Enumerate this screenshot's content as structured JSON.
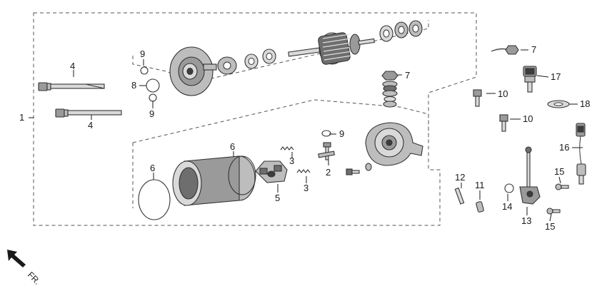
{
  "callouts": {
    "c1": "1",
    "c2": "2",
    "c3a": "3",
    "c3b": "3",
    "c4a": "4",
    "c4b": "4",
    "c5": "5",
    "c6a": "6",
    "c6b": "6",
    "c7a": "7",
    "c7b": "7",
    "c8": "8",
    "c9a": "9",
    "c9b": "9",
    "c9c": "9",
    "c10a": "10",
    "c10b": "10",
    "c11": "11",
    "c12": "12",
    "c13": "13",
    "c14": "14",
    "c15a": "15",
    "c15b": "15",
    "c16": "16",
    "c17": "17",
    "c18": "18"
  },
  "direction": {
    "label": "FR."
  },
  "colors": {
    "line": "#1a1a1a",
    "dashed": "#555555",
    "part_light": "#d9d9d9",
    "part_dark": "#3d3d3d"
  },
  "icons": {
    "direction": "front-arrow-icon"
  }
}
